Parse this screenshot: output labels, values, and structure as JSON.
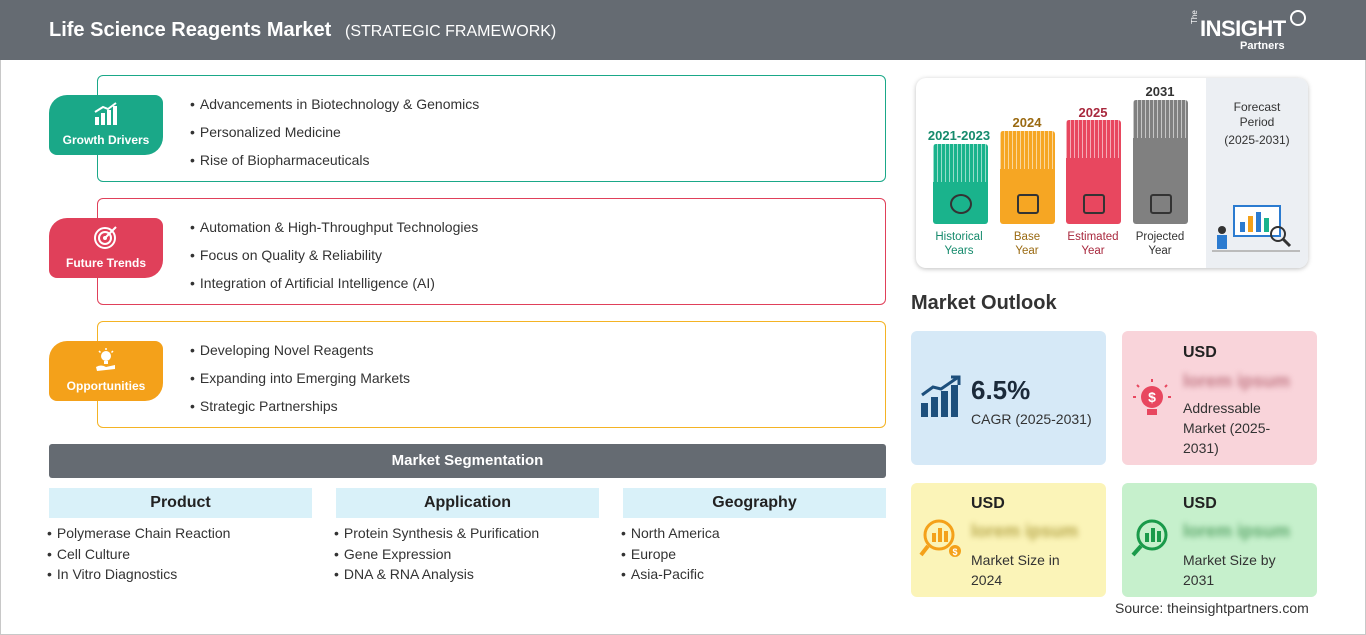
{
  "header": {
    "title": "Life Science Reagents Market",
    "subtitle": "(STRATEGIC FRAMEWORK)",
    "logo": {
      "the": "The",
      "main": "INSIGHT",
      "partners": "Partners"
    }
  },
  "framework": [
    {
      "tag": "Growth Drivers",
      "color": "#1aa888",
      "items": [
        "Advancements in Biotechnology & Genomics",
        "Personalized Medicine",
        "Rise of Biopharmaceuticals"
      ]
    },
    {
      "tag": "Future Trends",
      "color": "#e0405a",
      "items": [
        "Automation & High-Throughput Technologies",
        "Focus on Quality & Reliability",
        "Integration of Artificial Intelligence (AI)"
      ]
    },
    {
      "tag": "Opportunities",
      "color": "#f4a11a",
      "items": [
        "Developing Novel Reagents",
        "Expanding into Emerging Markets",
        "Strategic Partnerships"
      ]
    }
  ],
  "segmentation": {
    "title": "Market Segmentation",
    "columns": [
      {
        "head": "Product",
        "items": [
          "Polymerase Chain Reaction",
          "Cell Culture",
          "In Vitro Diagnostics"
        ]
      },
      {
        "head": "Application",
        "items": [
          "Protein Synthesis & Purification",
          "Gene Expression",
          "DNA & RNA Analysis"
        ]
      },
      {
        "head": "Geography",
        "items": [
          "North America",
          "Europe",
          "Asia-Pacific"
        ]
      }
    ]
  },
  "timeline": {
    "periods": [
      {
        "year": "2021-2023",
        "label1": "Historical",
        "label2": "Years",
        "color": "#1ab38c",
        "text_color": "#158a6c"
      },
      {
        "year": "2024",
        "label1": "Base",
        "label2": "Year",
        "color": "#f6a623",
        "text_color": "#9a6a12"
      },
      {
        "year": "2025",
        "label1": "Estimated",
        "label2": "Year",
        "color": "#e8475f",
        "text_color": "#a8283d"
      },
      {
        "year": "2031",
        "label1": "Projected",
        "label2": "Year",
        "color": "#808080",
        "text_color": "#333333"
      }
    ],
    "forecast_line1": "Forecast",
    "forecast_line2": "Period",
    "forecast_line3": "(2025-2031)"
  },
  "outlook": {
    "title": "Market Outlook",
    "cagr": {
      "value": "6.5%",
      "label": "CAGR (2025-2031)",
      "bg": "#d6e9f7"
    },
    "addressable": {
      "usd": "USD",
      "blur": "lorem ipsum",
      "label1": "Addressable",
      "label2": "Market (2025-",
      "label3": "2031)",
      "bg": "#f9d4da"
    },
    "size2024": {
      "usd": "USD",
      "blur": "lorem ipsum",
      "label1": "Market Size in",
      "label2": "2024",
      "bg": "#fbf4b8"
    },
    "size2031": {
      "usd": "USD",
      "blur": "lorem ipsum",
      "label1": "Market Size by",
      "label2": "2031",
      "bg": "#c6f0cc"
    }
  },
  "source": "Source: theinsightpartners.com"
}
